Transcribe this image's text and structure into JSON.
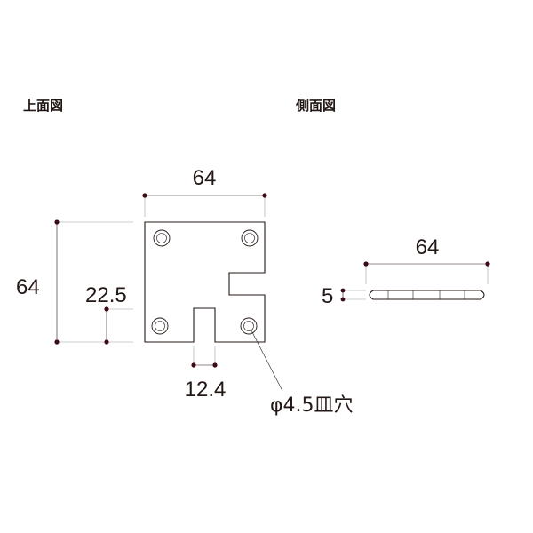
{
  "headings": {
    "top_view": "上面図",
    "side_view": "側面図"
  },
  "top_view_dims": {
    "width": "64",
    "height": "64",
    "offset": "22.5",
    "slot_width": "12.4"
  },
  "side_view_dims": {
    "length": "64",
    "thickness": "5"
  },
  "hole_note": "φ4.5皿穴",
  "colors": {
    "line": "#231815",
    "dot": "#3c0a14",
    "extension": "#9e9e9e"
  }
}
